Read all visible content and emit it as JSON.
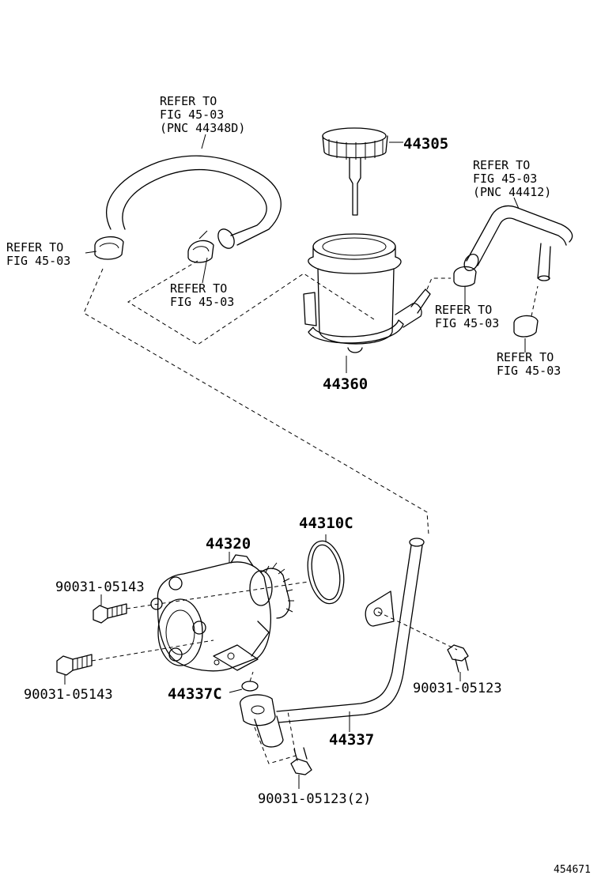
{
  "callouts": {
    "ref_hose_top": [
      "REFER TO",
      "FIG 45-03",
      "(PNC 44348D)"
    ],
    "ref_clamp_left": [
      "REFER TO",
      "FIG 45-03"
    ],
    "ref_clamp_mid": [
      "REFER TO",
      "FIG 45-03"
    ],
    "ref_hose_right": [
      "REFER TO",
      "FIG 45-03",
      "(PNC 44412)"
    ],
    "ref_clamp_right1": [
      "REFER TO",
      "FIG 45-03"
    ],
    "ref_clamp_right2": [
      "REFER TO",
      "FIG 45-03"
    ]
  },
  "parts": {
    "cap": "44305",
    "reservoir": "44360",
    "oring": "44310C",
    "pump": "44320",
    "bolt_upper": "90031-05143",
    "bolt_lower": "90031-05143",
    "gasket": "44337C",
    "pipe": "44337",
    "bolt_pipe": "90031-05123",
    "bolt_flange": "90031-05123(2)"
  },
  "footer": {
    "illustration_id": "454671"
  }
}
